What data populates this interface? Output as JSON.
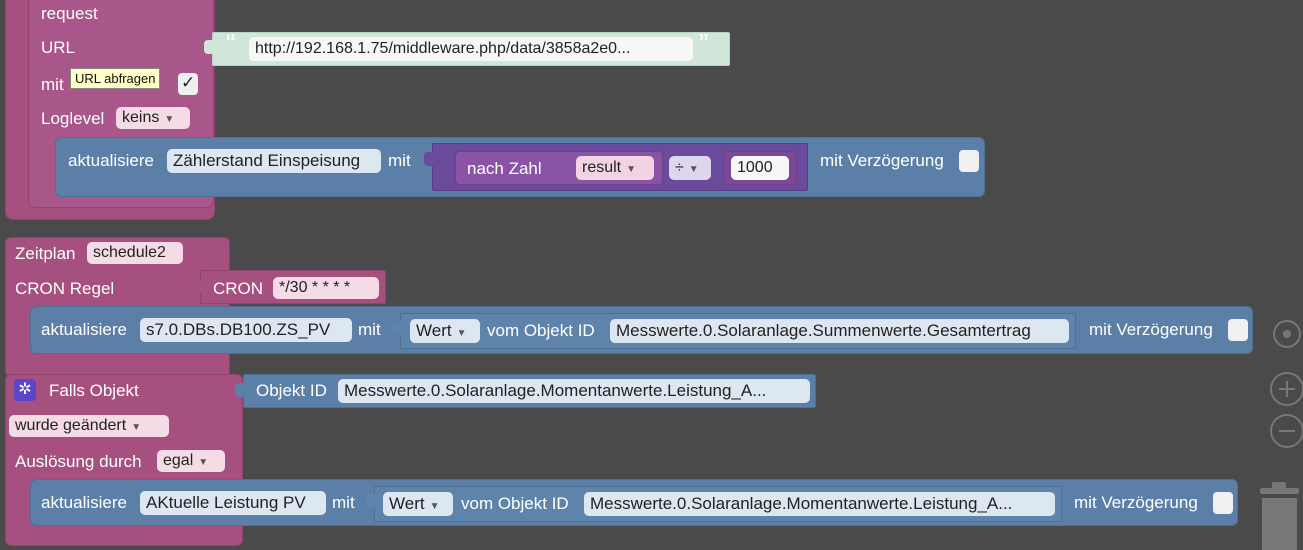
{
  "request_block": {
    "label_request": "request",
    "label_url": "URL",
    "label_mit": "mit",
    "tooltip": "URL abfragen",
    "checkmark": "✓",
    "label_loglevel": "Loglevel",
    "loglevel_value": "keins",
    "url_open_quote": "“",
    "url_close_quote": "”",
    "url_value": "http://192.168.1.75/middleware.php/data/3858a2e0...",
    "update": {
      "label_aktualisiere": "aktualisiere",
      "target": "Zählerstand Einspeisung",
      "label_mit": "mit",
      "nach_zahl": "nach Zahl",
      "result": "result",
      "operator": "÷",
      "number": "1000",
      "label_delay": "mit Verzögerung"
    }
  },
  "schedule_block": {
    "label_zeitplan": "Zeitplan",
    "schedule_name": "schedule2",
    "label_cron_regel": "CRON Regel",
    "label_cron": "CRON",
    "cron_value": "*/30 * * * *",
    "update": {
      "label_aktualisiere": "aktualisiere",
      "target": "s7.0.DBs.DB100.ZS_PV",
      "label_mit": "mit",
      "wert": "Wert",
      "label_vom_objekt": "vom Objekt ID",
      "object_id": "Messwerte.0.Solaranlage.Summenwerte.Gesamtertrag",
      "label_delay": "mit Verzögerung"
    }
  },
  "trigger_block": {
    "label_falls": "Falls Objekt",
    "label_objekt_id": "Objekt ID",
    "object_id": "Messwerte.0.Solaranlage.Momentanwerte.Leistung_A...",
    "changed": "wurde geändert",
    "label_ausloesung": "Auslösung durch",
    "ausloesung_value": "egal",
    "update": {
      "label_aktualisiere": "aktualisiere",
      "target": "AKtuelle Leistung PV",
      "label_mit": "mit",
      "wert": "Wert",
      "label_vom_objekt": "vom Objekt ID",
      "object_id": "Messwerte.0.Solaranlage.Momentanwerte.Leistung_A...",
      "label_delay": "mit Verzögerung"
    }
  },
  "colors": {
    "event_block": "#a5507e",
    "action_block": "#5b7fa6",
    "text_block": "#cfe6d8",
    "math_block": "#8a53a6",
    "workspace": "#4a4a4a"
  },
  "icons": [
    "gear-icon",
    "dropdown-arrow-icon",
    "reset-view-icon",
    "zoom-in-icon",
    "zoom-out-icon",
    "trash-icon"
  ]
}
